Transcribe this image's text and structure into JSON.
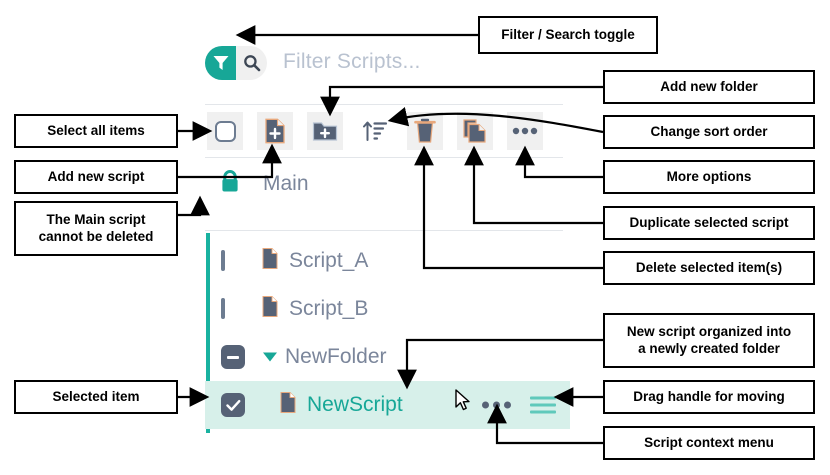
{
  "app": {
    "filter": {
      "placeholder": "Filter Scripts...",
      "funnel_icon": "funnel-icon",
      "search_icon": "search-icon",
      "active_side": "filter"
    },
    "toolbar": {
      "buttons": [
        {
          "name": "select-all-checkbox",
          "icon": "checkbox-empty-icon",
          "label": "Select all items"
        },
        {
          "name": "add-script-button",
          "icon": "document-plus-icon",
          "label": "Add new script"
        },
        {
          "name": "add-folder-button",
          "icon": "folder-plus-icon",
          "label": "Add new folder"
        },
        {
          "name": "sort-order-button",
          "icon": "sort-ascending-icon",
          "label": "Change sort order"
        },
        {
          "name": "delete-button",
          "icon": "trash-icon",
          "label": "Delete selected item(s)"
        },
        {
          "name": "duplicate-button",
          "icon": "duplicate-icon",
          "label": "Duplicate selected script"
        },
        {
          "name": "more-options-button",
          "icon": "ellipsis-icon",
          "label": "More options"
        }
      ]
    },
    "tree": {
      "main_item": {
        "label": "Main",
        "icon": "lock-icon",
        "locked": true
      },
      "items": [
        {
          "label": "Script_A",
          "icon": "document-icon",
          "checkbox": "unchecked",
          "type": "script",
          "indent": 0
        },
        {
          "label": "Script_B",
          "icon": "document-icon",
          "checkbox": "unchecked",
          "type": "script",
          "indent": 0
        },
        {
          "label": "NewFolder",
          "icon": "caret-down-icon",
          "checkbox": "indeterminate",
          "type": "folder",
          "expanded": true,
          "indent": 0
        },
        {
          "label": "NewScript",
          "icon": "document-icon",
          "checkbox": "checked",
          "type": "script",
          "selected": true,
          "indent": 1,
          "context_icon": "ellipsis-icon",
          "drag_icon": "drag-handle-icon"
        }
      ]
    }
  },
  "annotations": {
    "filter_toggle": "Filter / Search toggle",
    "select_all": "Select all items",
    "add_script": "Add new script",
    "main_locked": "The Main script\ncannot be deleted",
    "add_folder": "Add new folder",
    "sort_order": "Change sort order",
    "more_options": "More options",
    "duplicate": "Duplicate selected script",
    "delete": "Delete selected item(s)",
    "new_script_folder": "New script organized into\na newly created folder",
    "selected_item": "Selected item",
    "drag_handle": "Drag handle for moving",
    "context_menu": "Script context menu"
  },
  "colors": {
    "teal": "#17a797",
    "teal_light": "#d7f0ea",
    "slate": "#566276",
    "text_gray": "#7b869b",
    "placeholder": "#b9c2d0",
    "icon_outline": "#e8a87c",
    "button_bg": "#f0f0f0"
  }
}
